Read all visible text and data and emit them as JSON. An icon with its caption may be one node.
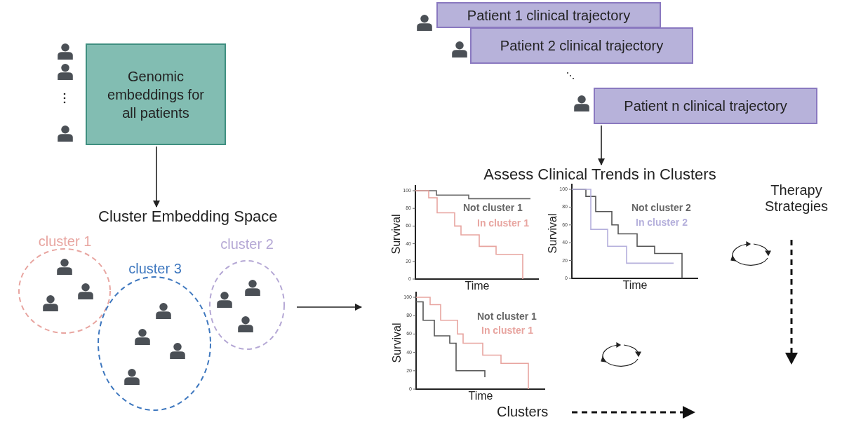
{
  "diagram": {
    "nodes": [
      {
        "text": [
          "Genomic embeddings for all patients"
        ]
      },
      {
        "text": [
          "Cluster Embedding Space"
        ]
      },
      {
        "text": [
          "cluster 1"
        ]
      },
      {
        "text": [
          "cluster 3"
        ]
      },
      {
        "text": [
          "cluster 2"
        ]
      },
      {
        "text": [
          "Patient 1 clinical trajectory"
        ]
      },
      {
        "text": [
          "Patient 2 clinical trajectory"
        ]
      },
      {
        "text": [
          "Patient n clinical trajectory"
        ]
      },
      {
        "text": [
          "Assess Clinical Trends in Clusters"
        ]
      }
    ],
    "edges": [
      {
        "from": 0,
        "to": 1,
        "arrow": "to"
      },
      {
        "from": 4,
        "to": null,
        "arrow": "to"
      },
      {
        "from": 7,
        "to": 8,
        "arrow": "to"
      }
    ],
    "labels": [
      "100",
      "80",
      "60",
      "40",
      "20",
      "0",
      "Survival",
      "Time",
      "Not cluster 1",
      "In cluster 1",
      "100",
      "80",
      "60",
      "40",
      "20",
      "0",
      "Survival",
      "Time",
      "Not cluster 2",
      "In cluster 2",
      "Therapy Strategies",
      "100",
      "80",
      "60",
      "40",
      "20",
      "0",
      "Survival",
      "Time",
      "Not cluster 1",
      "In cluster 1",
      "Clusters"
    ]
  }
}
